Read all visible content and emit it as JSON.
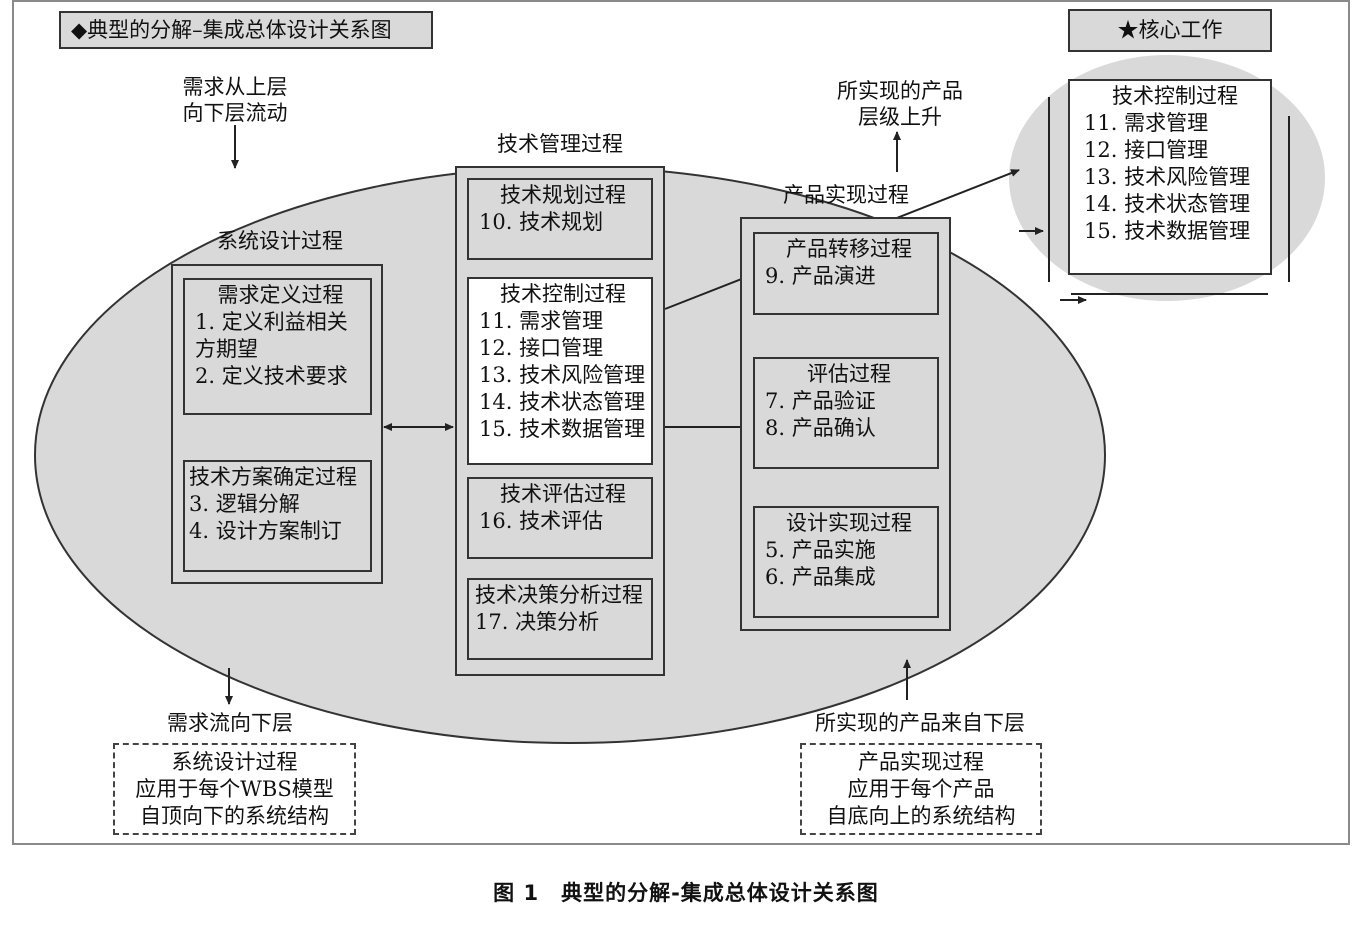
{
  "header_tag": "◆典型的分解–集成总体设计关系图",
  "core_tag": "★核心工作",
  "labels": {
    "req_from_upper": [
      "需求从上层",
      "向下层流动"
    ],
    "product_up": [
      "所实现的产品",
      "层级上升"
    ],
    "req_to_lower": "需求流向下层",
    "product_from_lower": "所实现的产品来自下层"
  },
  "system_design": {
    "title": "系统设计过程",
    "req_def": {
      "title": "需求定义过程",
      "items": [
        "1. 定义利益相关",
        "方期望",
        "2. 定义技术要求"
      ]
    },
    "solution_def": {
      "title": "技术方案确定过程",
      "items": [
        "3. 逻辑分解",
        "4. 设计方案制订"
      ]
    }
  },
  "tech_mgmt": {
    "title": "技术管理过程",
    "planning": {
      "title": "技术规划过程",
      "items": [
        "10. 技术规划"
      ]
    },
    "control": {
      "title": "技术控制过程",
      "items": [
        "11. 需求管理",
        "12. 接口管理",
        "13. 技术风险管理",
        "14. 技术状态管理",
        "15. 技术数据管理"
      ]
    },
    "assessment": {
      "title": "技术评估过程",
      "items": [
        "16. 技术评估"
      ]
    },
    "decision": {
      "title": "技术决策分析过程",
      "items": [
        "17. 决策分析"
      ]
    }
  },
  "product_real": {
    "title": "产品实现过程",
    "transition": {
      "title": "产品转移过程",
      "items": [
        "9. 产品演进"
      ]
    },
    "evaluation": {
      "title": "评估过程",
      "items": [
        "7. 产品验证",
        "8. 产品确认"
      ]
    },
    "design_impl": {
      "title": "设计实现过程",
      "items": [
        "5. 产品实施",
        "6. 产品集成"
      ]
    }
  },
  "core_box": {
    "title": "技术控制过程",
    "items": [
      "11. 需求管理",
      "12. 接口管理",
      "13. 技术风险管理",
      "14. 技术状态管理",
      "15. 技术数据管理"
    ]
  },
  "notes": {
    "left": [
      "系统设计过程",
      "应用于每个WBS模型",
      "自顶向下的系统结构"
    ],
    "right": [
      "产品实现过程",
      "应用于每个产品",
      "自底向上的系统结构"
    ]
  },
  "caption": "图 1　典型的分解-集成总体设计关系图",
  "colors": {
    "fill_gray": "#d9d9d9",
    "line": "#333333",
    "white": "#ffffff"
  }
}
